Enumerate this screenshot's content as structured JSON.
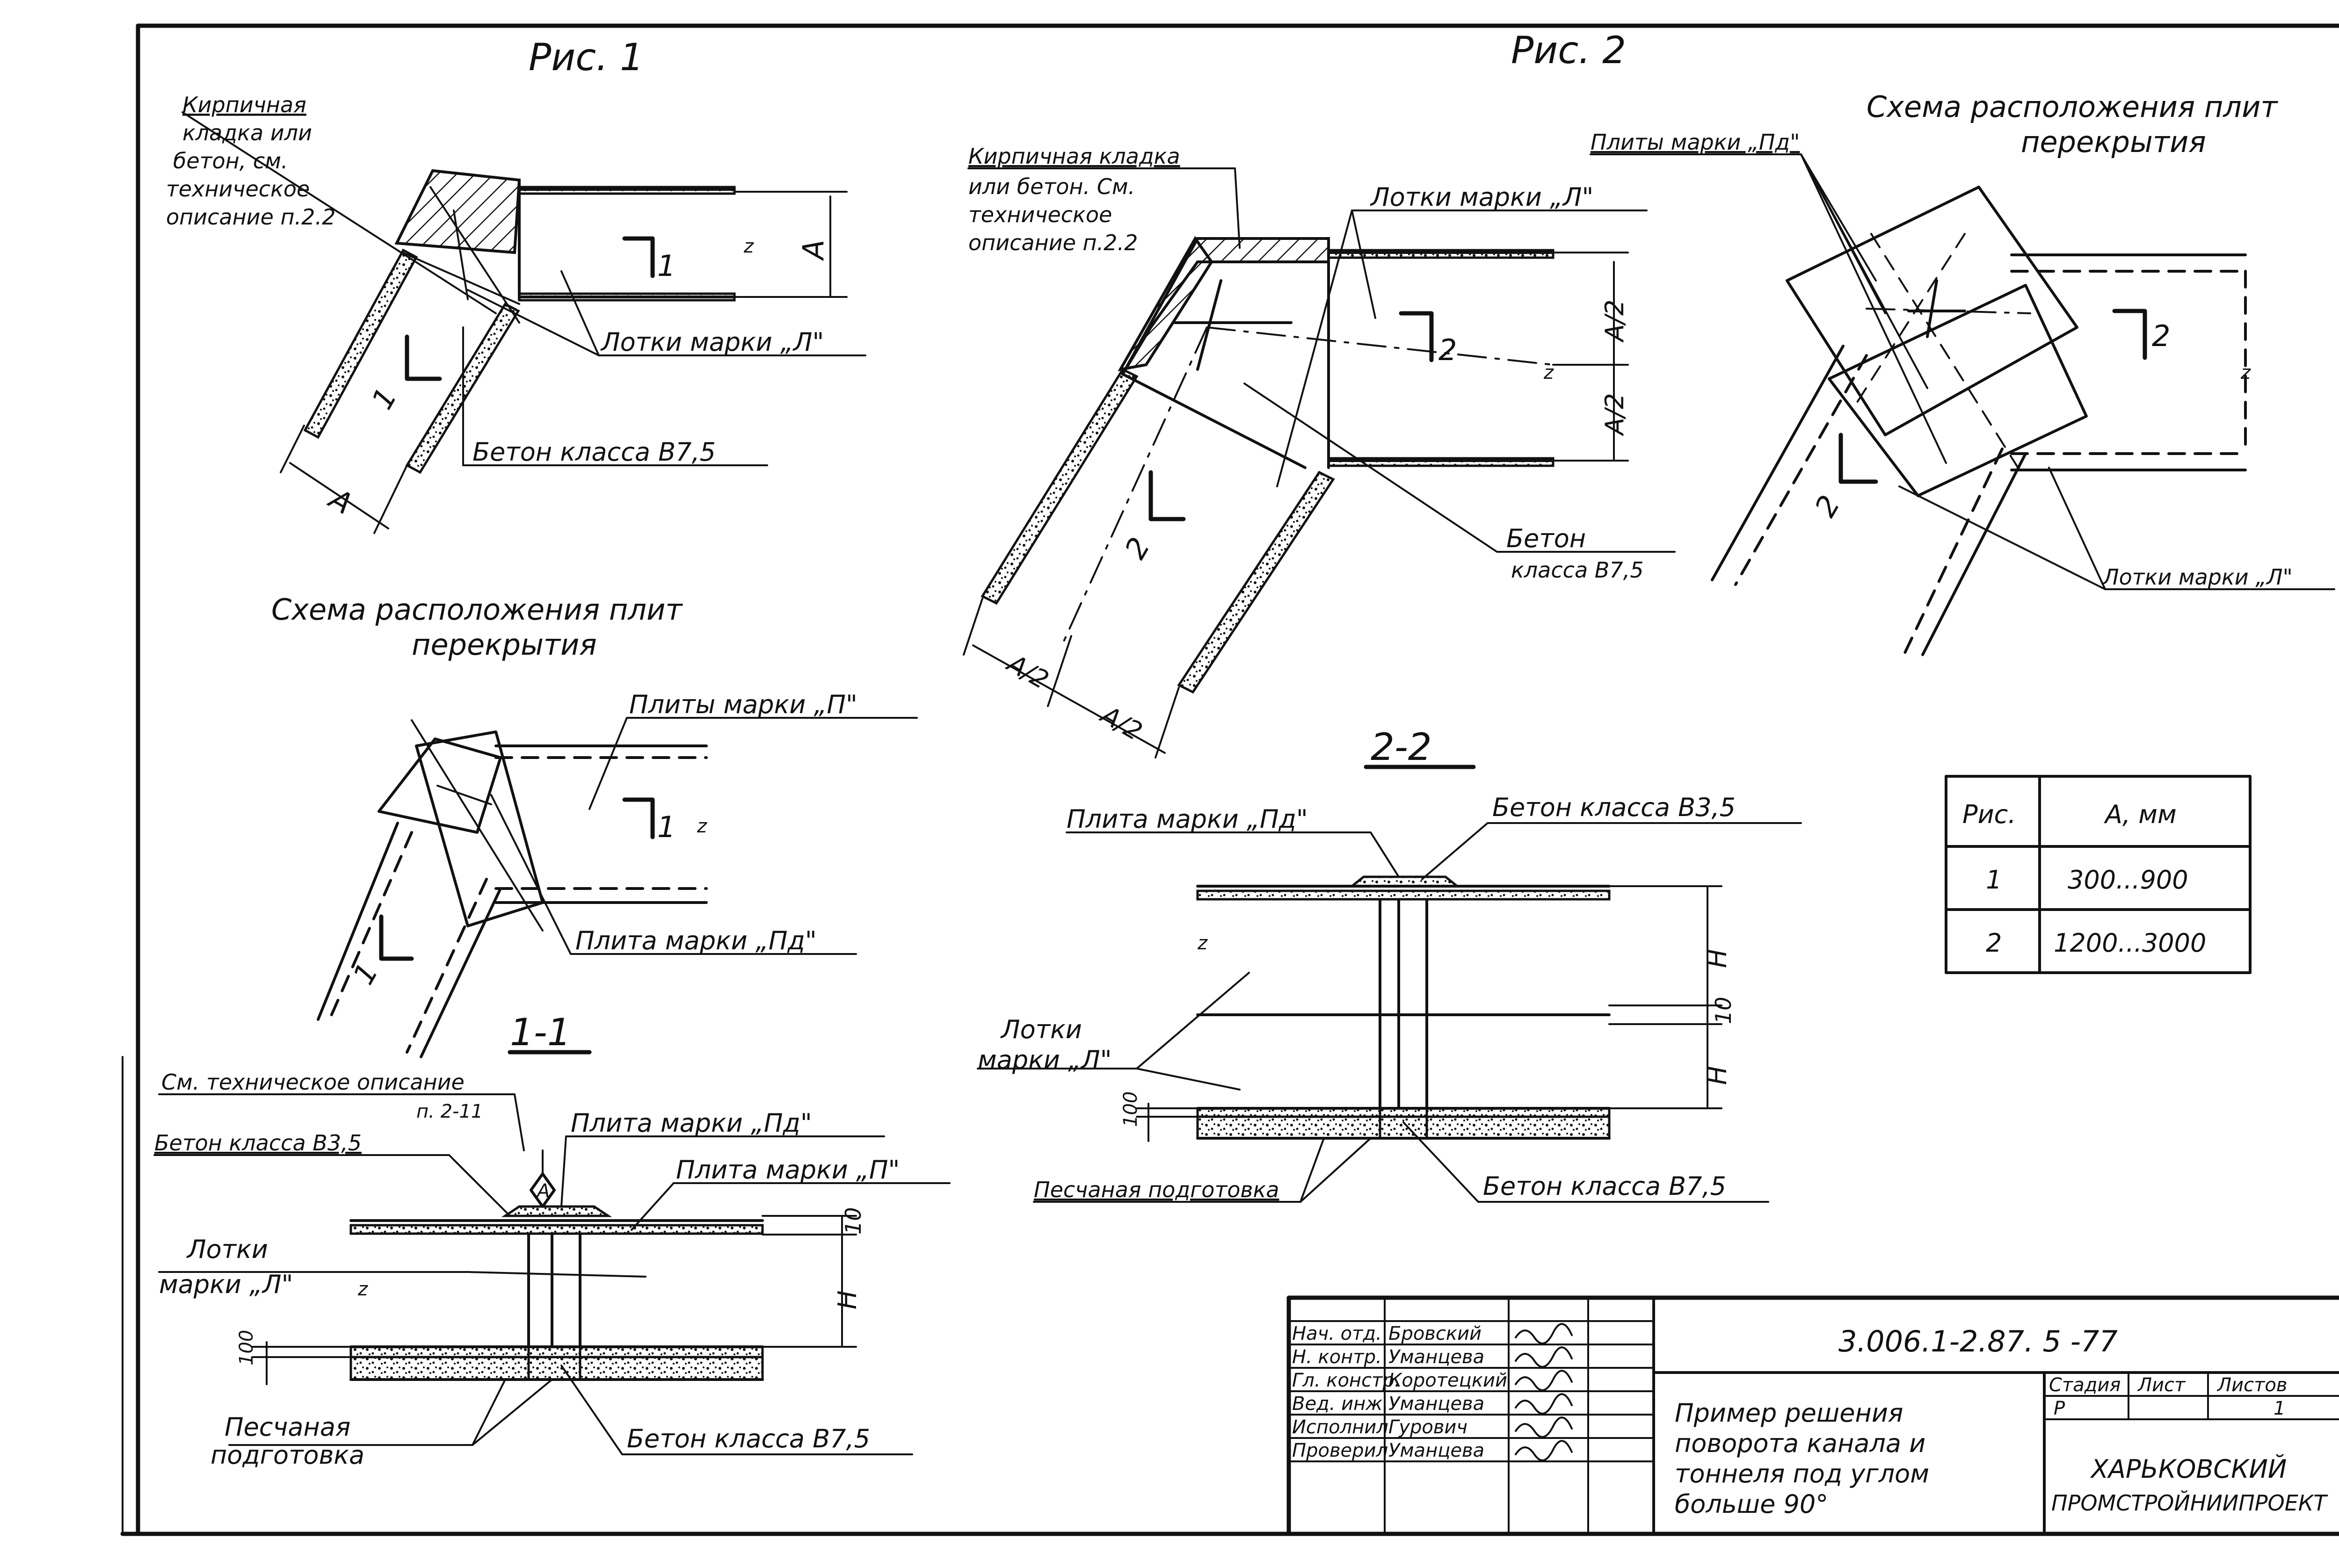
{
  "figures": {
    "fig1_title": "Рис. 1",
    "fig2_title": "Рис. 2"
  },
  "fig1": {
    "masonry_note": [
      "Кирпичная",
      "кладка или",
      "бетон, см.",
      "техническое",
      "описание п.2.2"
    ],
    "trays_label": "Лотки марки „Л\"",
    "concrete_label": "Бетон класса В7,5",
    "dim_a": "А",
    "dim_a_side": "А",
    "sec_mark_1": "1",
    "sec_mark_2": "1",
    "z_mark": "z"
  },
  "fig1_slabs": {
    "title_line1": "Схема расположения плит",
    "title_line2": "перекрытия",
    "slabs_p_label": "Плиты марки „П\"",
    "slab_pd_label": "Плита марки „Пд\"",
    "sec_mark_1": "1",
    "sec_mark_2": "1",
    "z_mark": "z"
  },
  "fig2": {
    "masonry_note": [
      "Кирпичная кладка",
      "или бетон. См.",
      "техническое",
      "описание п.2.2"
    ],
    "trays_label": "Лотки марки „Л\"",
    "concrete_label_1": "Бетон",
    "concrete_label_2": "класса В7,5",
    "dim_a2_top": "А/2",
    "dim_a2_bottom": "А/2",
    "dim_a2_left": "А/2",
    "dim_a2_right": "А/2",
    "sec_mark_1": "2",
    "sec_mark_2": "2",
    "z_mark": "z"
  },
  "fig2_slabs": {
    "title_line1": "Схема расположения плит",
    "title_line2": "перекрытия",
    "slabs_pd_label": "Плиты марки „Пд\"",
    "trays_label": "Лотки марки „Л\"",
    "sec_mark_1": "2",
    "sec_mark_2": "2",
    "z_mark": "z"
  },
  "section_1_1": {
    "title": "1-1",
    "note_line1": "См. техническое описание",
    "note_line2": "п. 2-11",
    "concrete_b35": "Бетон класса В3,5",
    "slab_pd": "Плита марки „Пд\"",
    "slab_p": "Плита марки „П\"",
    "trays_1": "Лотки",
    "trays_2": "марки „Л\"",
    "sand_1": "Песчаная",
    "sand_2": "подготовка",
    "concrete_b75": "Бетон класса В7,5",
    "dim_10": "10",
    "dim_h": "Н",
    "dim_100": "100",
    "callout": "А",
    "z_mark": "z"
  },
  "section_2_2": {
    "title": "2-2",
    "slab_pd": "Плита марки „Пд\"",
    "concrete_b35": "Бетон класса В3,5",
    "trays_1": "Лотки",
    "trays_2": "марки „Л\"",
    "sand": "Песчаная подготовка",
    "concrete_b75": "Бетон класса В7,5",
    "dim_h_top": "Н",
    "dim_10": "10",
    "dim_h_bottom": "Н",
    "dim_100": "100",
    "z_mark": "z"
  },
  "table": {
    "headers": [
      "Рис.",
      "А, мм"
    ],
    "rows": [
      [
        "1",
        "300...900"
      ],
      [
        "2",
        "1200...3000"
      ]
    ]
  },
  "title_block": {
    "doc_code": "3.006.1-2.87. 5  -77",
    "roles": [
      "Нач. отд.",
      "Н. контр.",
      "Гл. констр.",
      "Вед. инж.",
      "Исполнил",
      "Проверил"
    ],
    "names": [
      "Бровский",
      "Уманцева",
      "Коротецкий",
      "Уманцева",
      "Гурович",
      "Уманцева"
    ],
    "title_lines": [
      "Пример решения",
      "поворота канала и",
      "тоннеля под углом",
      "больше 90°"
    ],
    "stage_label": "Стадия",
    "sheet_label": "Лист",
    "sheets_label": "Листов",
    "stage_value": "Р",
    "sheets_value": "1",
    "org_line1": "ХАРЬКОВСКИЙ",
    "org_line2": "ПРОМСТРОЙНИИПРОЕКТ"
  }
}
